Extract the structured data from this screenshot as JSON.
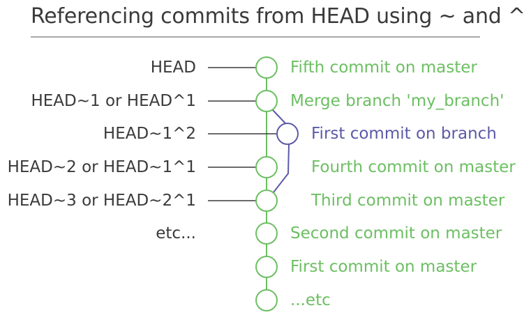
{
  "title": "Referencing commits from HEAD using ~ and ^",
  "colors": {
    "master": "#6cbf62",
    "branch": "#5b5aa6",
    "text": "#3a3a3a",
    "arrow": "#3a3a3a",
    "rule": "#a8a8a8"
  },
  "refs": [
    {
      "label": "HEAD"
    },
    {
      "label": "HEAD~1 or HEAD^1"
    },
    {
      "label": "HEAD~1^2"
    },
    {
      "label": "HEAD~2 or HEAD~1^1"
    },
    {
      "label": "HEAD~3 or HEAD~2^1"
    },
    {
      "label": "etc..."
    }
  ],
  "commits": [
    {
      "label": "Fifth commit on master",
      "branch": "master"
    },
    {
      "label": "Merge branch 'my_branch'",
      "branch": "master"
    },
    {
      "label": "First commit on branch",
      "branch": "my_branch"
    },
    {
      "label": "Fourth commit on master",
      "branch": "master"
    },
    {
      "label": "Third commit on master",
      "branch": "master"
    },
    {
      "label": "Second commit on master",
      "branch": "master"
    },
    {
      "label": "First commit on master",
      "branch": "master"
    },
    {
      "label": "...etc",
      "branch": "master"
    }
  ]
}
